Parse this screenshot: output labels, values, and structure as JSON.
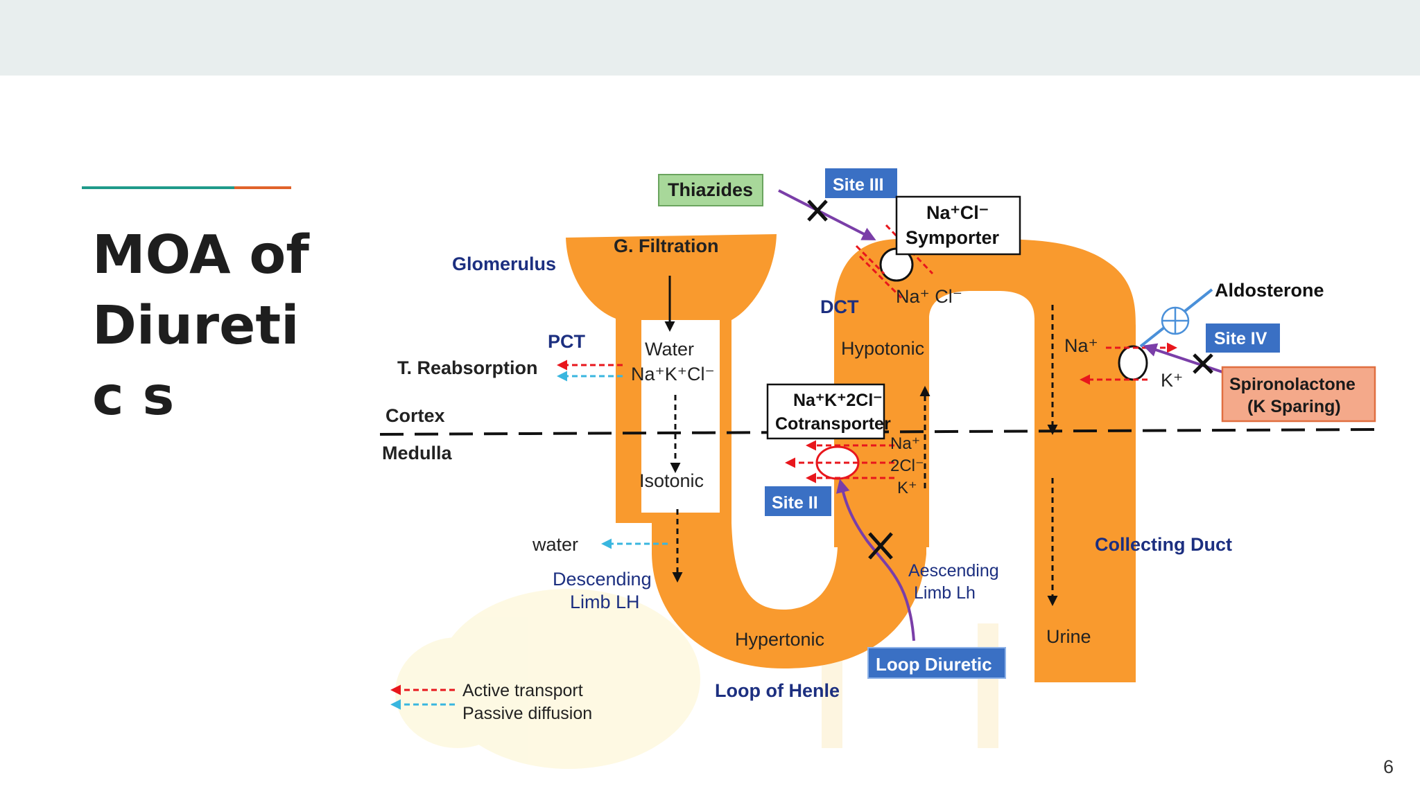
{
  "slide": {
    "title": "MOA of Diuretic s",
    "page_number": "6"
  },
  "colors": {
    "top_band": "#e8eeee",
    "accent_teal": "#1f9a8a",
    "accent_orange": "#e0632a",
    "nephron": "#f99a2e",
    "active_transport": "#e8161c",
    "passive_diffusion": "#39b6df",
    "drug_arrow": "#7a3ea8",
    "site_box": "#3a70c4",
    "drug_box_green": "#a8d89a",
    "drug_box_salmon": "#f4a98a",
    "navy_text": "#1c2f80"
  },
  "diagram": {
    "labels": {
      "glomerulus": "Glomerulus",
      "g_filtration": "G. Filtration",
      "pct": "PCT",
      "t_reabsorption": "T. Reabsorption",
      "water_pct": "Water",
      "ions_pct": "Na⁺K⁺Cl⁻",
      "cortex": "Cortex",
      "medulla": "Medulla",
      "isotonic": "Isotonic",
      "water_desc": "water",
      "descending_1": "Descending",
      "descending_2": "Limb LH",
      "hypertonic": "Hypertonic",
      "loop_of_henle": "Loop of Henle",
      "dct": "DCT",
      "hypotonic": "Hypotonic",
      "na_cl_dct": "Na⁺ Cl⁻",
      "symporter_1": "Na⁺Cl⁻",
      "symporter_2": "Symporter",
      "cotransporter_1": "Na⁺K⁺2Cl⁻",
      "cotransporter_2": "Cotransporter",
      "na_asc": "Na⁺",
      "cl2_asc": "2Cl⁻",
      "k_asc": "K⁺",
      "ascending_1": "Aescending",
      "ascending_2": "Limb Lh",
      "na_cd": "Na⁺",
      "k_cd": "K⁺",
      "aldosterone": "Aldosterone",
      "collecting_duct": "Collecting Duct",
      "urine": "Urine"
    },
    "drugs": {
      "thiazides": "Thiazides",
      "spironolactone_1": "Spironolactone",
      "spironolactone_2": "(K Sparing)",
      "loop_diuretic": "Loop Diuretic"
    },
    "sites": {
      "site_ii": "Site II",
      "site_iii": "Site III",
      "site_iv": "Site IV"
    },
    "legend": {
      "active": "Active transport",
      "passive": "Passive diffusion"
    }
  }
}
